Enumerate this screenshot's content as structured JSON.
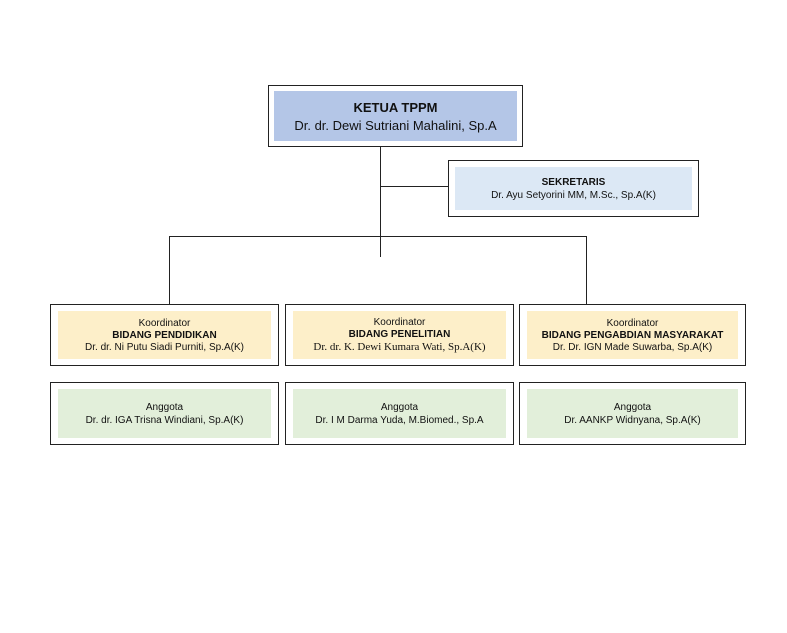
{
  "ketua": {
    "title": "KETUA TPPM",
    "name": "Dr. dr. Dewi Sutriani Mahalini, Sp.A",
    "color": "#b4c6e7"
  },
  "sekretaris": {
    "title": "SEKRETARIS",
    "name": "Dr. Ayu Setyorini MM, M.Sc., Sp.A(K)",
    "color": "#dce8f5"
  },
  "koordinator": [
    {
      "role": "Koordinator",
      "bidang": "BIDANG PENDIDIKAN",
      "name": "Dr. dr. Ni Putu Siadi Purniti, Sp.A(K)"
    },
    {
      "role": "Koordinator",
      "bidang": "BIDANG PENELITIAN",
      "name": "Dr. dr. K. Dewi Kumara Wati, Sp.A(K)"
    },
    {
      "role": "Koordinator",
      "bidang": "BIDANG PENGABDIAN MASYARAKAT",
      "name": "Dr. Dr. IGN Made Suwarba, Sp.A(K)"
    }
  ],
  "anggota": [
    {
      "role": "Anggota",
      "name": "Dr. dr. IGA Trisna Windiani, Sp.A(K)"
    },
    {
      "role": "Anggota",
      "name": "Dr. I M Darma Yuda, M.Biomed., Sp.A"
    },
    {
      "role": "Anggota",
      "name": "Dr. AANKP Widnyana, Sp.A(K)"
    }
  ],
  "colors": {
    "koordinator": "#fdefc9",
    "anggota": "#e2efda",
    "line": "#222222"
  }
}
